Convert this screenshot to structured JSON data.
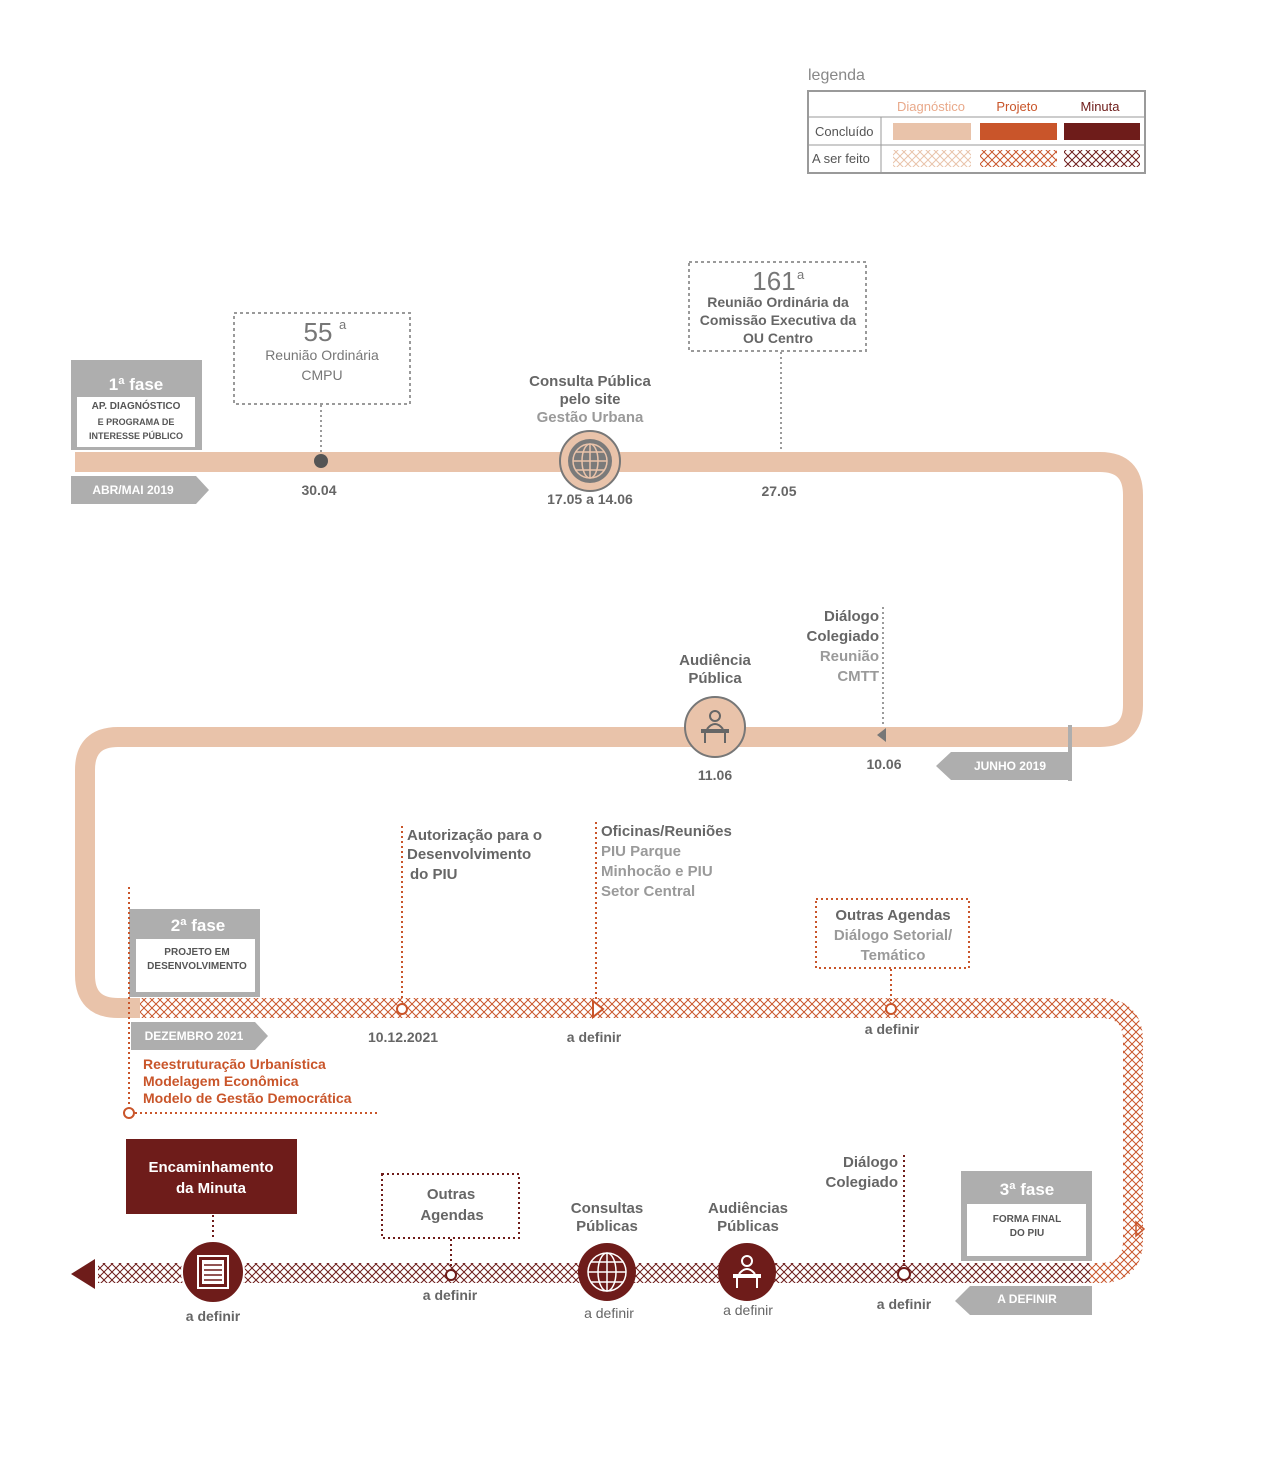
{
  "colors": {
    "diagnostico": "#e9c3aa",
    "projeto": "#c9552a",
    "minuta": "#6e1c1a",
    "gray_box": "#aeaeae",
    "gray_text": "#666666",
    "light_gray_text": "#9a9a9a"
  },
  "legend": {
    "title": "legenda",
    "col_diagnostico": "Diagnóstico",
    "col_projeto": "Projeto",
    "col_minuta": "Minuta",
    "row_concluido": "Concluído",
    "row_a_ser_feito": "A ser feito"
  },
  "phase1": {
    "title": "1ª fase",
    "line1": "AP. DIAGNÓSTICO",
    "line2": "E PROGRAMA DE",
    "line3": "INTERESSE PÚBLICO",
    "start_date": "ABR/MAI 2019",
    "end_date": "JUNHO 2019"
  },
  "row1": {
    "cmpu_number": "55",
    "cmpu_sup": "a",
    "cmpu_line1": "Reunião Ordinária",
    "cmpu_line2": "CMPU",
    "cmpu_date": "30.04",
    "consulta_line1": "Consulta Pública",
    "consulta_line2": "pelo site",
    "consulta_line3": "Gestão Urbana",
    "consulta_date": "17.05 a 14.06",
    "ouc_number": "161",
    "ouc_sup": "a",
    "ouc_line1": "Reunião Ordinária da",
    "ouc_line2": "Comissão Executiva da",
    "ouc_line3": "OU Centro",
    "ouc_date": "27.05"
  },
  "row2": {
    "dialogo_line1": "Diálogo",
    "dialogo_line2": "Colegiado",
    "dialogo_line3": "Reunião",
    "dialogo_line4": "CMTT",
    "dialogo_date": "10.06",
    "audiencia_line1": "Audiência",
    "audiencia_line2": "Pública",
    "audiencia_date": "11.06"
  },
  "phase2": {
    "title": "2ª fase",
    "line1": "PROJETO EM",
    "line2": "DESENVOLVIMENTO",
    "start_date": "DEZEMBRO 2021",
    "item1": "Reestruturação Urbanística",
    "item2": "Modelagem Econômica",
    "item3": "Modelo de Gestão Democrática"
  },
  "row3": {
    "autorizacao_line1": "Autorização para o",
    "autorizacao_line2": "Desenvolvimento",
    "autorizacao_line3": "do PIU",
    "autorizacao_date": "10.12.2021",
    "oficinas_line1": "Oficinas/Reuniões",
    "oficinas_line2": "PIU Parque",
    "oficinas_line3": "Minhocão e PIU",
    "oficinas_line4": "Setor Central",
    "oficinas_date": "a definir",
    "outras_line1": "Outras Agendas",
    "outras_line2": "Diálogo Setorial/",
    "outras_line3": "Temático",
    "outras_date": "a definir"
  },
  "phase3": {
    "title": "3ª fase",
    "line1": "FORMA FINAL",
    "line2": "DO PIU",
    "start_date": "A DEFINIR"
  },
  "row4": {
    "encaminhamento_line1": "Encaminhamento",
    "encaminhamento_line2": "da Minuta",
    "encaminhamento_date": "a definir",
    "outras_line1": "Outras",
    "outras_line2": "Agendas",
    "outras_date": "a definir",
    "consultas_line1": "Consultas",
    "consultas_line2": "Públicas",
    "consultas_date": "a definir",
    "audiencias_line1": "Audiências",
    "audiencias_line2": "Públicas",
    "audiencias_date": "a definir",
    "dialogo_line1": "Diálogo",
    "dialogo_line2": "Colegiado",
    "dialogo_date": "a definir"
  }
}
